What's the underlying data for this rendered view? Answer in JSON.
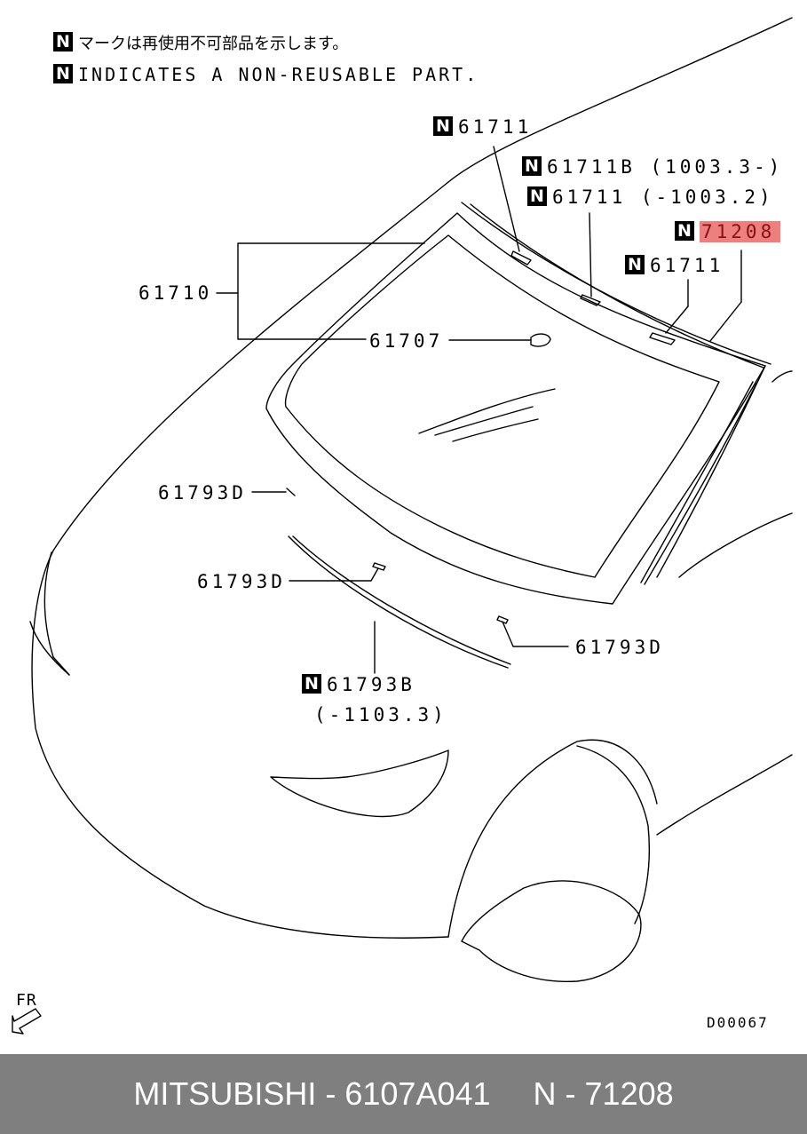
{
  "notes": {
    "badge": "N",
    "japanese": "マークは再使用不可部品を示します。",
    "english": "INDICATES A NON-REUSABLE PART."
  },
  "callouts": {
    "p61711_top": "61711",
    "p61711b": "61711B (1003.3-)",
    "p61711_range": "61711 (-1003.2)",
    "p71208": "71208",
    "p61711_right": "61711",
    "p61710": "61710",
    "p61707": "61707",
    "p61793d_a": "61793D",
    "p61793d_b": "61793D",
    "p61793d_c": "61793D",
    "p61793b": "61793B",
    "p61793b_range": "(-1103.3)"
  },
  "fr_label": "FR",
  "diagram_code": "D00067",
  "footer": {
    "brand_part": "MITSUBISHI - 6107A041",
    "ref": "N - 71208"
  },
  "colors": {
    "highlight": "#ee7f7f",
    "footer_bg": "#7f7f7f"
  }
}
